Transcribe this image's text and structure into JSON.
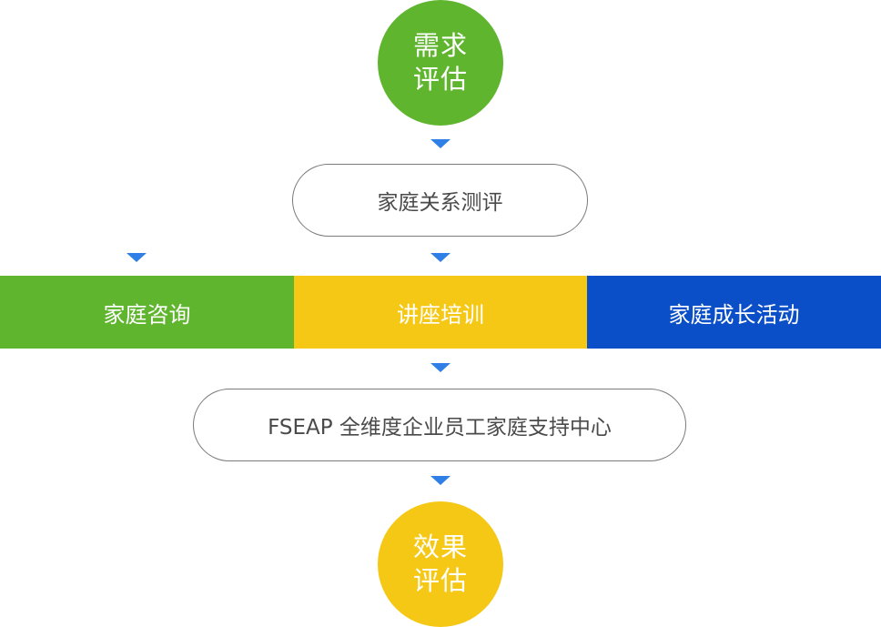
{
  "colors": {
    "green": "#5fb52e",
    "yellow": "#f5c816",
    "blue": "#0b4fc8",
    "arrow": "#2f7fe6",
    "pill_border": "#7a7a7a",
    "pill_text": "#4a4a4a"
  },
  "start_node": {
    "line1": "需求",
    "line2": "评估"
  },
  "step1": {
    "label": "家庭关系测评"
  },
  "services": [
    {
      "label": "家庭咨询"
    },
    {
      "label": "讲座培训"
    },
    {
      "label": "家庭成长活动"
    }
  ],
  "step2": {
    "label": "FSEAP 全维度企业员工家庭支持中心"
  },
  "end_node": {
    "line1": "效果",
    "line2": "评估"
  }
}
